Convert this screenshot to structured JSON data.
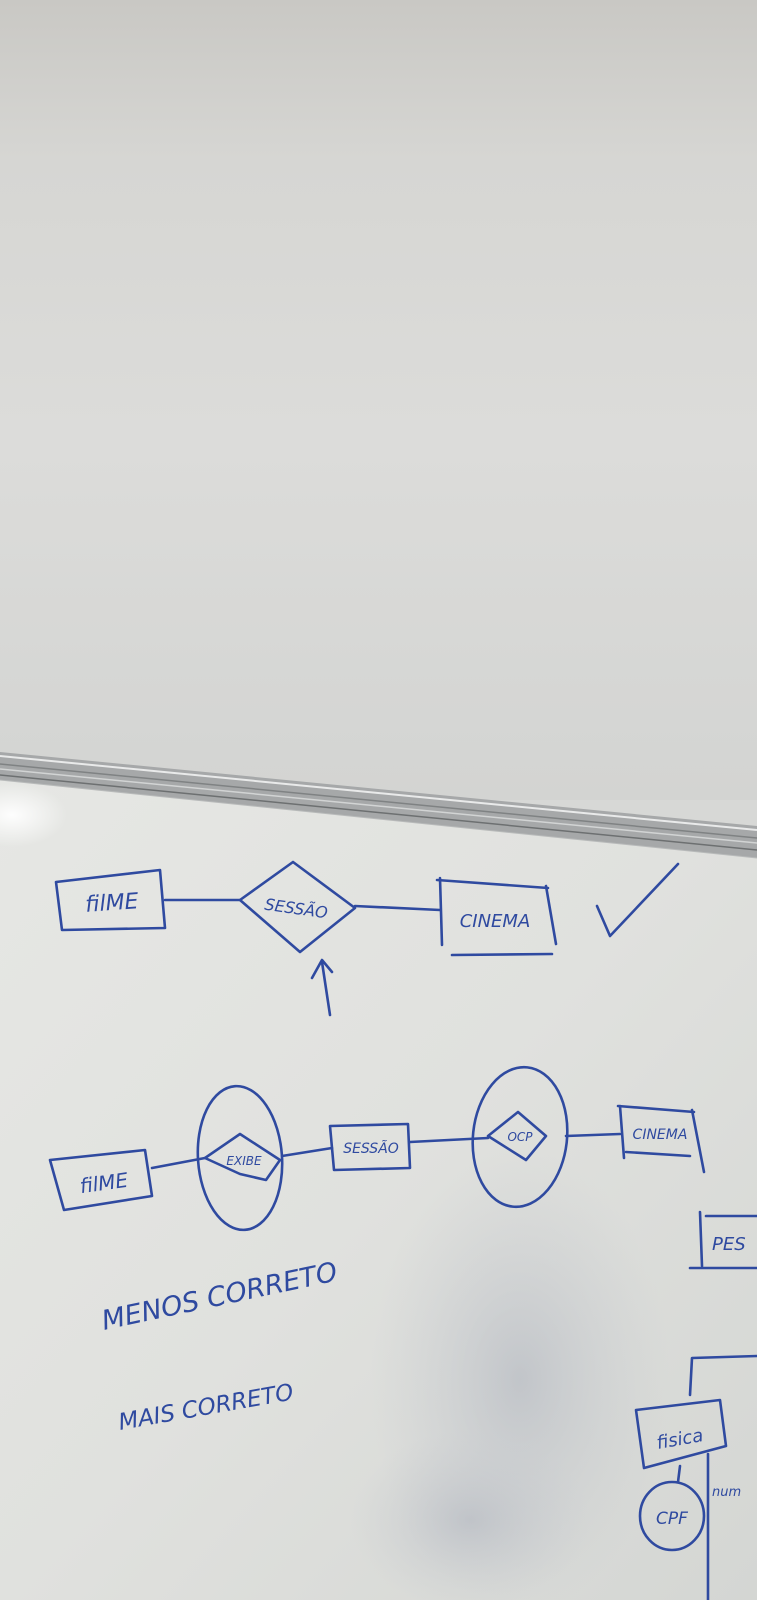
{
  "diagram_top": {
    "entity_left": "filME",
    "relationship": "SESSÃO",
    "entity_right": "CINEMA"
  },
  "diagram_bottom": {
    "entity_left": "filME",
    "relationship_left": "EXIBE",
    "entity_middle": "SESSÃO",
    "relationship_right": "OCP",
    "entity_right": "CINEMA",
    "entity_partial": "PES",
    "entity_fisica": "fisica",
    "attribute_cpf": "CPF",
    "attribute_partial": "num"
  },
  "notes": {
    "line1": "MENOS CORRETO",
    "line2": "MAIS CORRETO"
  },
  "colors": {
    "ink": "#2f4aa0",
    "wall": "#d8d9d6",
    "board": "#e2e3e0",
    "rail": "#8e9091"
  }
}
